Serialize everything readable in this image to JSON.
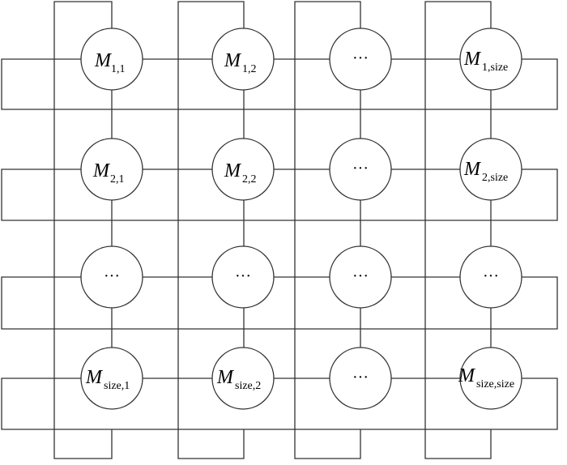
{
  "diagram": {
    "nodes": [
      [
        {
          "main": "M",
          "sub": "1,1"
        },
        {
          "main": "M",
          "sub": "1,2"
        },
        {
          "main": "···",
          "sub": ""
        },
        {
          "main": "M",
          "sub": "1,size"
        }
      ],
      [
        {
          "main": "M",
          "sub": "2,1"
        },
        {
          "main": "M",
          "sub": "2,2"
        },
        {
          "main": "···",
          "sub": ""
        },
        {
          "main": "M",
          "sub": "2,size"
        }
      ],
      [
        {
          "main": "···",
          "sub": ""
        },
        {
          "main": "···",
          "sub": ""
        },
        {
          "main": "···",
          "sub": ""
        },
        {
          "main": "···",
          "sub": ""
        }
      ],
      [
        {
          "main": "M",
          "sub": "size,1"
        },
        {
          "main": "M",
          "sub": "size,2"
        },
        {
          "main": "···",
          "sub": ""
        },
        {
          "main": "M",
          "sub": "size,size"
        }
      ]
    ],
    "colors": {
      "stroke": "#333333",
      "background": "#ffffff"
    }
  }
}
